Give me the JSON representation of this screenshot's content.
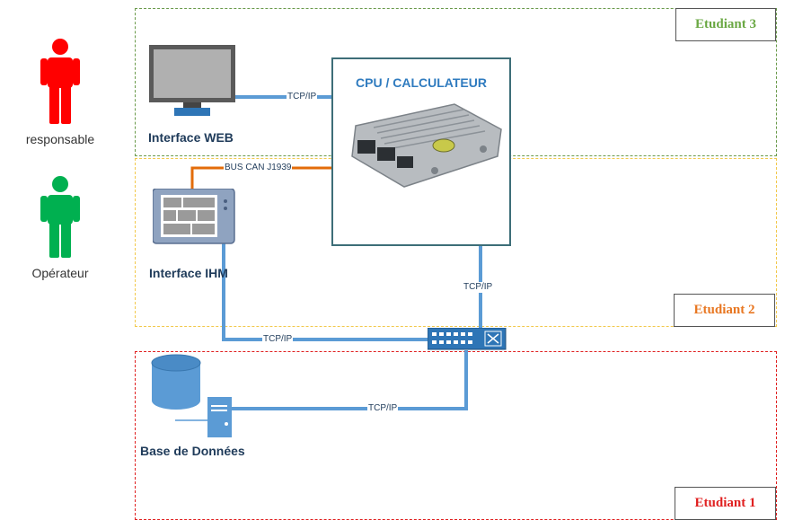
{
  "colors": {
    "link_blue": "#5b9bd5",
    "can_orange": "#e36c0a",
    "zone1_red": "#e02020",
    "zone2_yellow": "#f2c94c",
    "zone3_green": "#6a9a4a"
  },
  "actors": [
    {
      "label": "responsable",
      "color": "#ff0000"
    },
    {
      "label": "Opérateur",
      "color": "#00b050"
    }
  ],
  "zones": {
    "zone3": "Etudiant 3",
    "zone2": "Etudiant 2",
    "zone1": "Etudiant 1"
  },
  "nodes": {
    "cpu": "CPU / CALCULATEUR",
    "web": "Interface WEB",
    "ihm": "Interface IHM",
    "db": "Base de Données"
  },
  "links": {
    "web_cpu": "TCP/IP",
    "can_bus": "BUS CAN J1939",
    "cpu_switch": "TCP/IP",
    "ihm_switch": "TCP/IP",
    "db_switch": "TCP/IP"
  }
}
